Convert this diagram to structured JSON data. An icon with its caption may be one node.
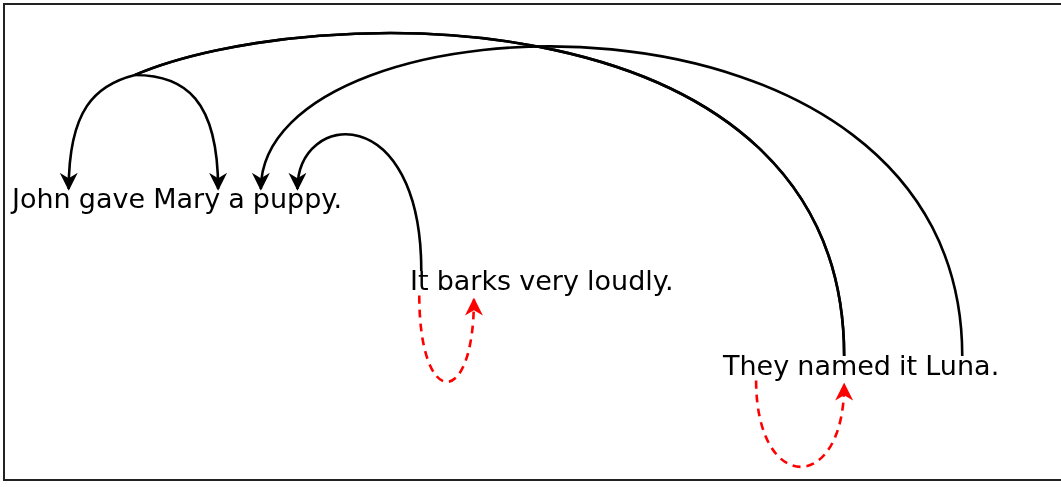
{
  "diagram": {
    "nodes": [
      {
        "text": [
          "John"
        ]
      },
      {
        "text": [
          "gave"
        ]
      },
      {
        "text": [
          "Mary"
        ]
      },
      {
        "text": [
          "a"
        ]
      },
      {
        "text": [
          "puppy."
        ]
      },
      {
        "text": [
          "It"
        ]
      },
      {
        "text": [
          "barks"
        ]
      },
      {
        "text": [
          "very"
        ]
      },
      {
        "text": [
          "loudly."
        ]
      },
      {
        "text": [
          "They"
        ]
      },
      {
        "text": [
          "named"
        ]
      },
      {
        "text": [
          "it"
        ]
      },
      {
        "text": [
          "Luna."
        ]
      }
    ],
    "edges": [
      {
        "from": 10,
        "to": 0,
        "arrow": "to"
      },
      {
        "from": 10,
        "to": 2,
        "arrow": "to"
      },
      {
        "from": 12,
        "to": 4,
        "arrow": "to"
      },
      {
        "from": 5,
        "to": 4,
        "arrow": "to"
      },
      {
        "from": 5,
        "to": 6,
        "arrow": "to",
        "style": "dashed",
        "color": "#ff0000"
      },
      {
        "from": 9,
        "to": 10,
        "arrow": "to",
        "style": "dashed",
        "color": "#ff0000"
      }
    ]
  }
}
